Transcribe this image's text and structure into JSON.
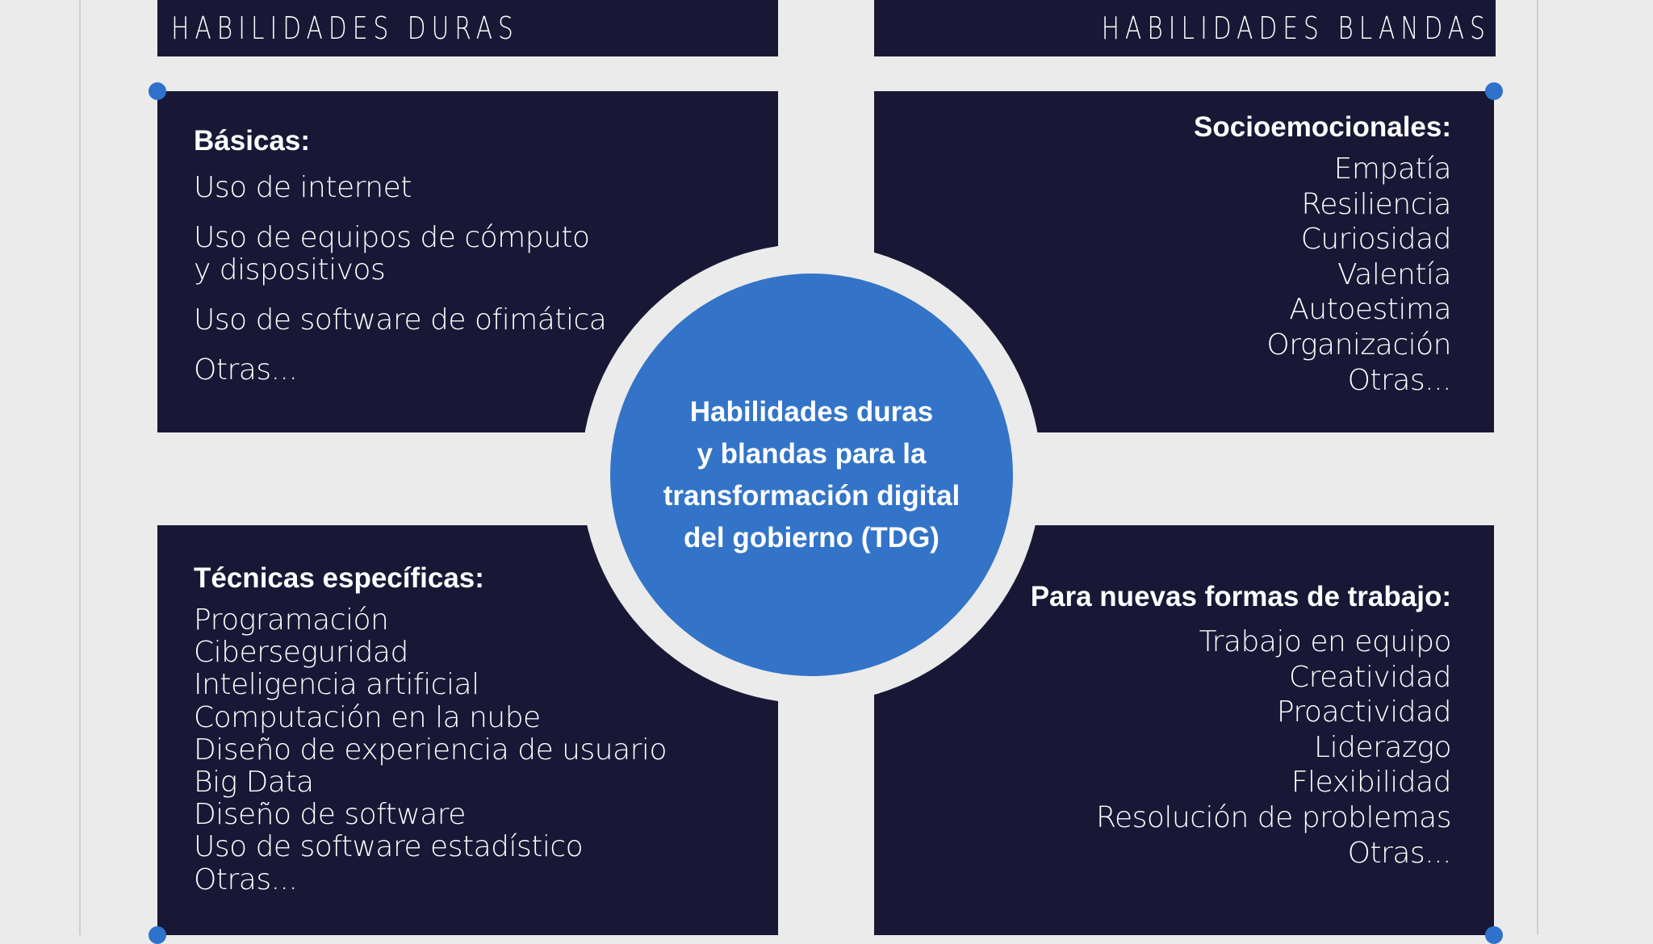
{
  "headers": {
    "left": "HABILIDADES DURAS",
    "right": "HABILIDADES BLANDAS"
  },
  "center": {
    "title_lines": [
      "Habilidades duras",
      "y blandas para la",
      "transformación digital",
      "del gobierno (TDG)"
    ]
  },
  "quadrants": {
    "top_left": {
      "title": "Básicas:",
      "items": [
        "Uso de internet",
        "Uso de equipos de cómputo y dispositivos",
        "Uso de software de ofimática",
        "Otras..."
      ]
    },
    "top_right": {
      "title": "Socioemocionales:",
      "items": [
        "Empatía",
        "Resiliencia",
        "Curiosidad",
        "Valentía",
        "Autoestima",
        "Organización",
        "Otras..."
      ]
    },
    "bottom_left": {
      "title": "Técnicas específicas:",
      "items": [
        "Programación",
        "Ciberseguridad",
        "Inteligencia artificial",
        "Computación en la nube",
        "Diseño de experiencia de usuario",
        "Big Data",
        "Diseño de software",
        "Uso de software estadístico",
        "Otras..."
      ]
    },
    "bottom_right": {
      "title": "Para nuevas formas de trabajo:",
      "items": [
        "Trabajo en equipo",
        "Creatividad",
        "Proactividad",
        "Liderazgo",
        "Flexibilidad",
        "Resolución de problemas",
        "Otras..."
      ]
    }
  },
  "colors": {
    "background": "#ebebeb",
    "panel": "#181836",
    "accent_blue": "#3374c8",
    "dot_blue": "#2f72cc",
    "text": "#ffffff"
  }
}
